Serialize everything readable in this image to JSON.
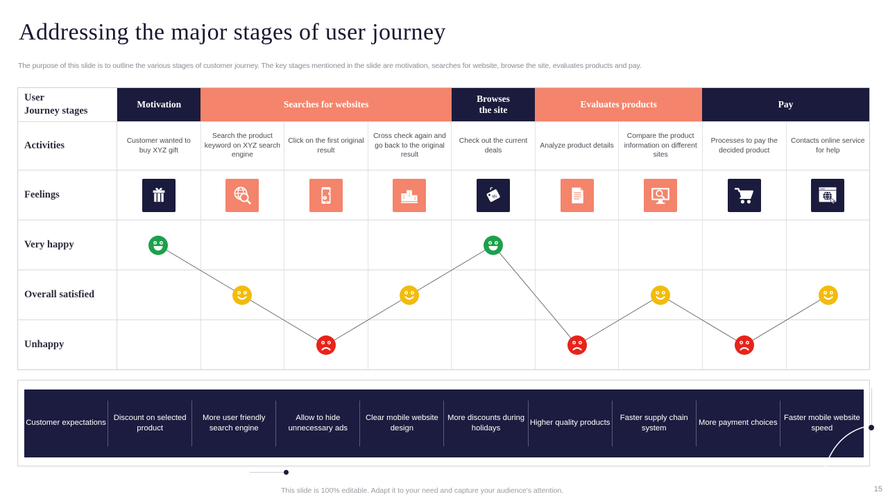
{
  "slide": {
    "title": "Addressing the major stages of user journey",
    "subtitle": "The purpose of this slide is to outline the various stages of customer journey. The key stages mentioned in the slide are motivation, searches for website, browse the site, evaluates products and pay.",
    "footer": "This slide is 100% editable. Adapt it to your need and capture your audience's attention.",
    "page_number": "15"
  },
  "colors": {
    "navy": "#1b1b3d",
    "salmon": "#f4846b",
    "happy_green": "#1ca14b",
    "satisfied_yellow": "#f2bb0d",
    "unhappy_red": "#e8231a",
    "grid": "#d9d9e1"
  },
  "matrix": {
    "row_labels": {
      "stages": "User\nJourney stages",
      "stages_line1": "User",
      "stages_line2": "Journey stages",
      "activities": "Activities",
      "feelings": "Feelings",
      "very_happy": "Very happy",
      "overall_satisfied": "Overall satisfied",
      "unhappy": "Unhappy"
    },
    "stages": [
      {
        "label": "Motivation",
        "style": "navy",
        "span": 1
      },
      {
        "label": "Searches for websites",
        "style": "salmon",
        "span": 3
      },
      {
        "label": "Browses\nthe site",
        "style": "navy",
        "span": 1,
        "line1": "Browses",
        "line2": "the site"
      },
      {
        "label": "Evaluates products",
        "style": "salmon",
        "span": 2
      },
      {
        "label": "Pay",
        "style": "navy",
        "span": 2
      }
    ],
    "activities": [
      "Customer wanted to buy XYZ  gift",
      "Search the product keyword on XYZ search engine",
      "Click on the first original result",
      "Cross check again and go back to the original result",
      "Check out the current deals",
      "Analyze  product details",
      "Compare the product information on different sites",
      "Processes to pay the decided product",
      "Contacts online service for help"
    ],
    "feelings_icons": [
      {
        "name": "gift-icon",
        "style": "navy"
      },
      {
        "name": "globe-search-icon",
        "style": "salmon"
      },
      {
        "name": "mobile-click-payment-icon",
        "style": "salmon"
      },
      {
        "name": "ranking-podium-icon",
        "style": "salmon"
      },
      {
        "name": "discount-tag-icon",
        "style": "navy"
      },
      {
        "name": "document-icon",
        "style": "salmon"
      },
      {
        "name": "monitor-search-icon",
        "style": "salmon"
      },
      {
        "name": "shopping-cart-icon",
        "style": "navy"
      },
      {
        "name": "browser-globe-click-icon",
        "style": "navy"
      }
    ],
    "emotion_levels": [
      "very_happy",
      "overall_satisfied",
      "unhappy"
    ],
    "emotions": [
      "very_happy",
      "overall_satisfied",
      "unhappy",
      "overall_satisfied",
      "very_happy",
      "unhappy",
      "overall_satisfied",
      "unhappy",
      "overall_satisfied"
    ]
  },
  "bottom_bar": {
    "items": [
      "Customer expectations",
      "Discount on selected product",
      "More user friendly search engine",
      "Allow to hide unnecessary ads",
      "Clear mobile website design",
      "More discounts during holidays",
      "Higher quality products",
      "Faster supply chain system",
      "More payment choices",
      "Faster mobile website speed"
    ]
  }
}
